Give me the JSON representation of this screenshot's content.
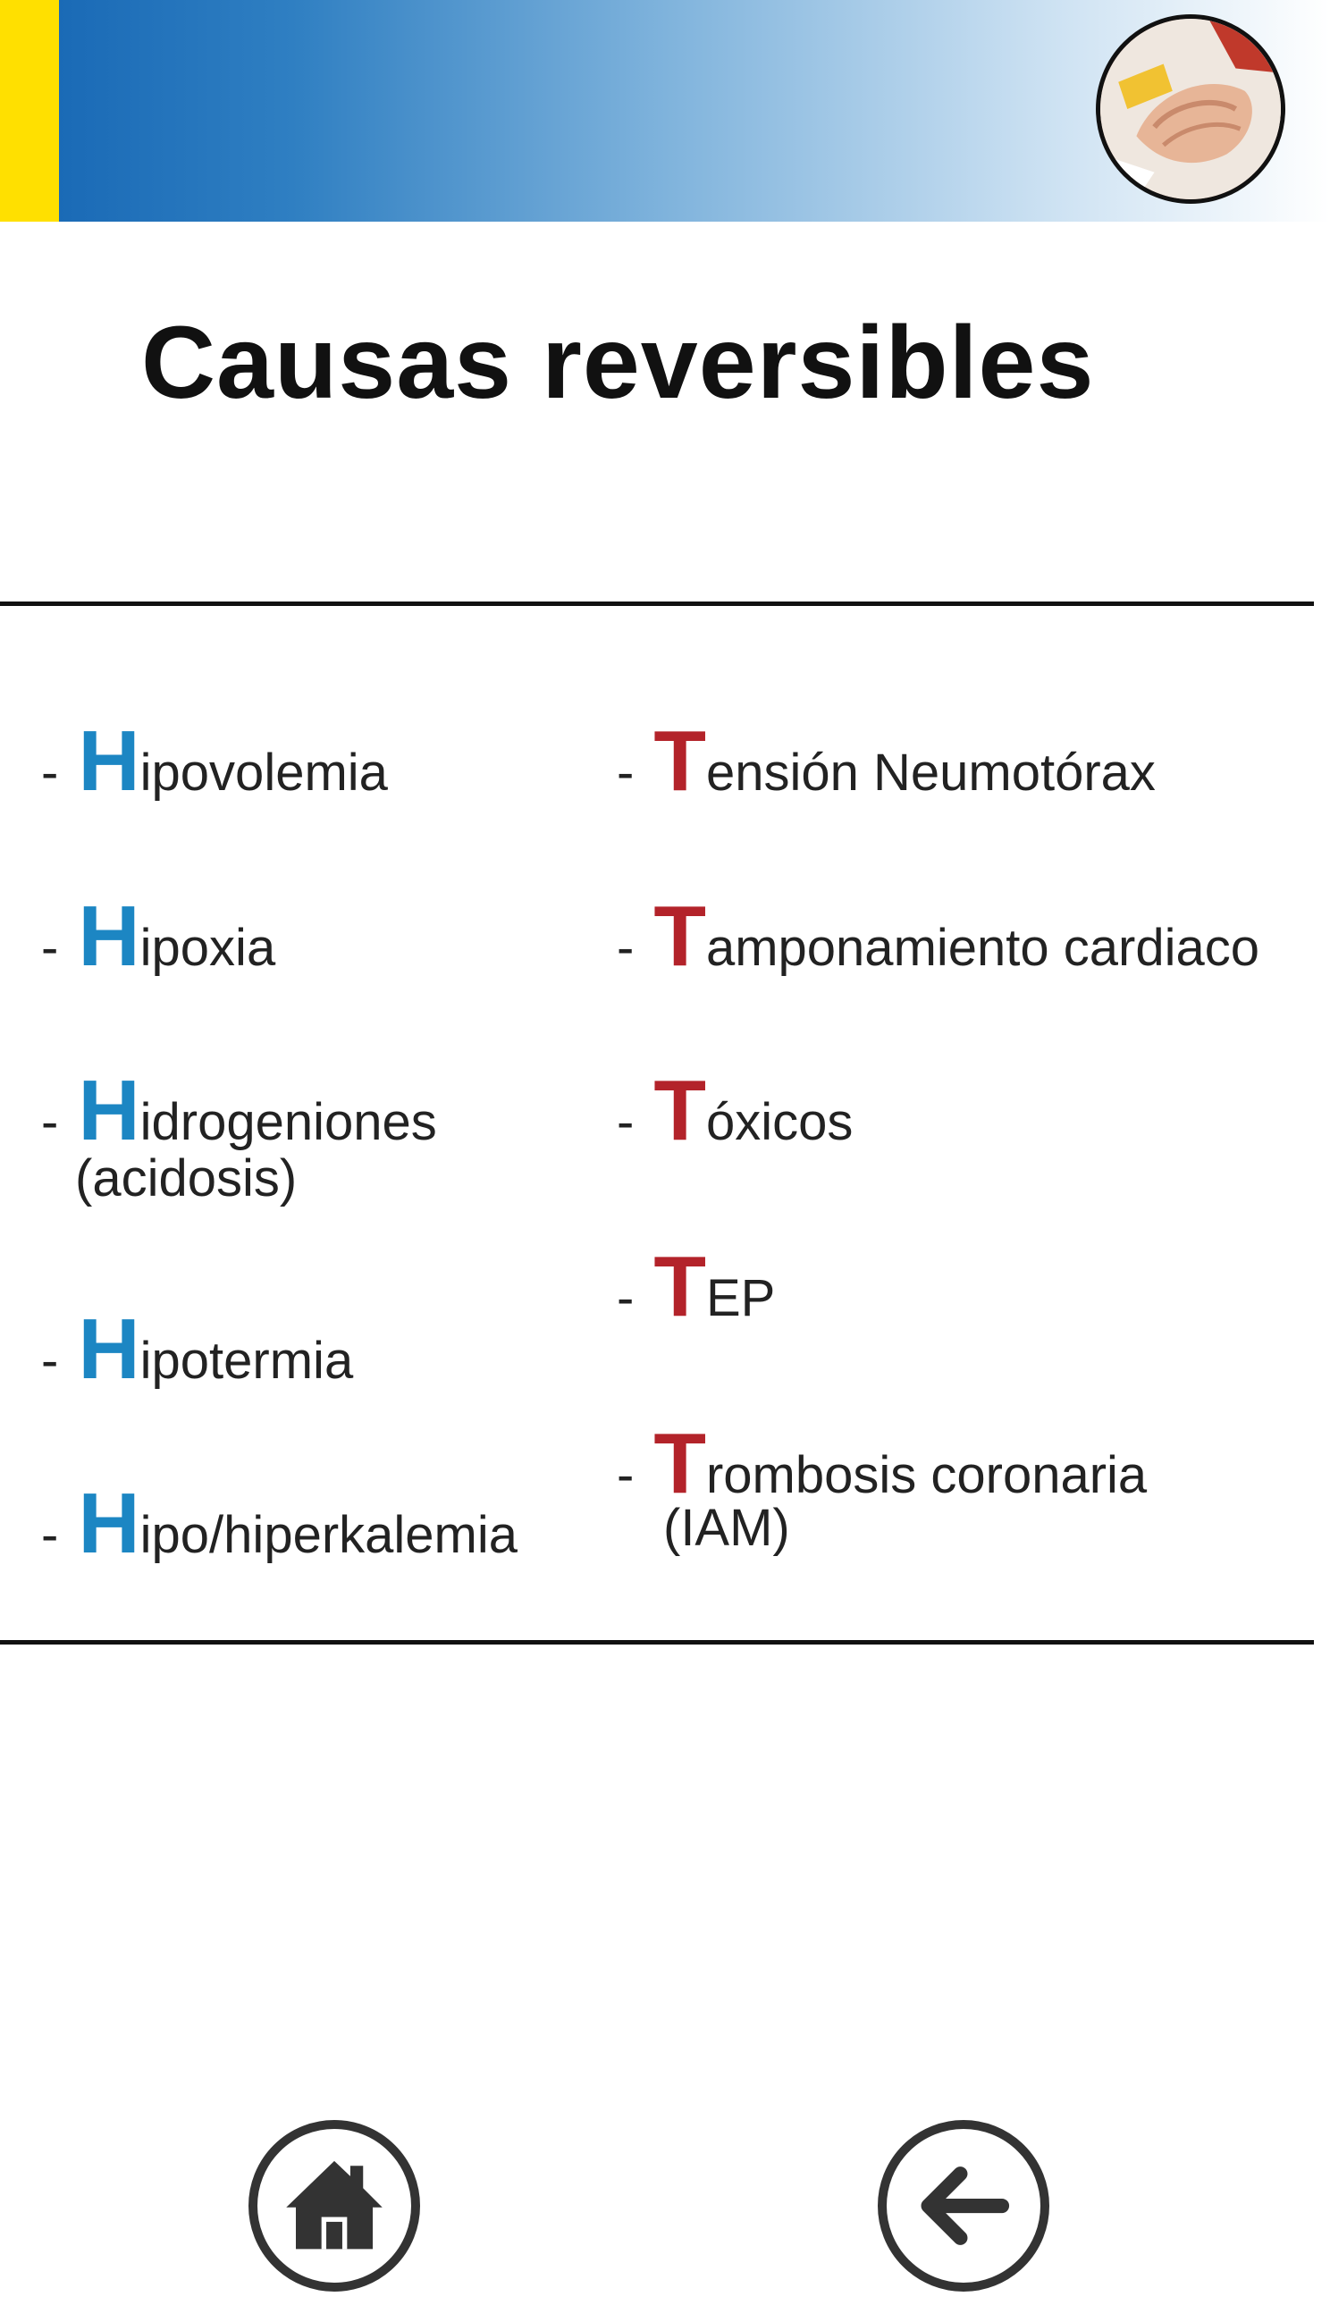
{
  "header": {
    "avatar_icon": "cpr-hands-icon",
    "colors": {
      "accent": "#ffe000",
      "gradient_start": "#1565b3",
      "gradient_end": "#ffffff"
    }
  },
  "title": "Causas reversibles",
  "h_items": [
    {
      "letter": "H",
      "rest": "ipovolemia"
    },
    {
      "letter": "H",
      "rest": "ipoxia"
    },
    {
      "letter": "H",
      "rest": "idrogeniones",
      "cont": "(acidosis)"
    },
    {
      "letter": "H",
      "rest": "ipotermia"
    },
    {
      "letter": "H",
      "rest": "ipo/hiperkalemia"
    }
  ],
  "t_items": [
    {
      "letter": "T",
      "rest": "ensión Neumotórax"
    },
    {
      "letter": "T",
      "rest": "amponamiento cardiaco"
    },
    {
      "letter": "T",
      "rest": "óxicos"
    },
    {
      "letter": "T",
      "rest": "EP"
    },
    {
      "letter": "T",
      "rest": "rombosis coronaria",
      "cont": "(IAM)"
    }
  ],
  "dash": "-",
  "colors": {
    "h_letter": "#1c86c3",
    "t_letter": "#b3232a"
  },
  "nav": {
    "home_icon": "home-icon",
    "back_icon": "arrow-left-icon"
  }
}
